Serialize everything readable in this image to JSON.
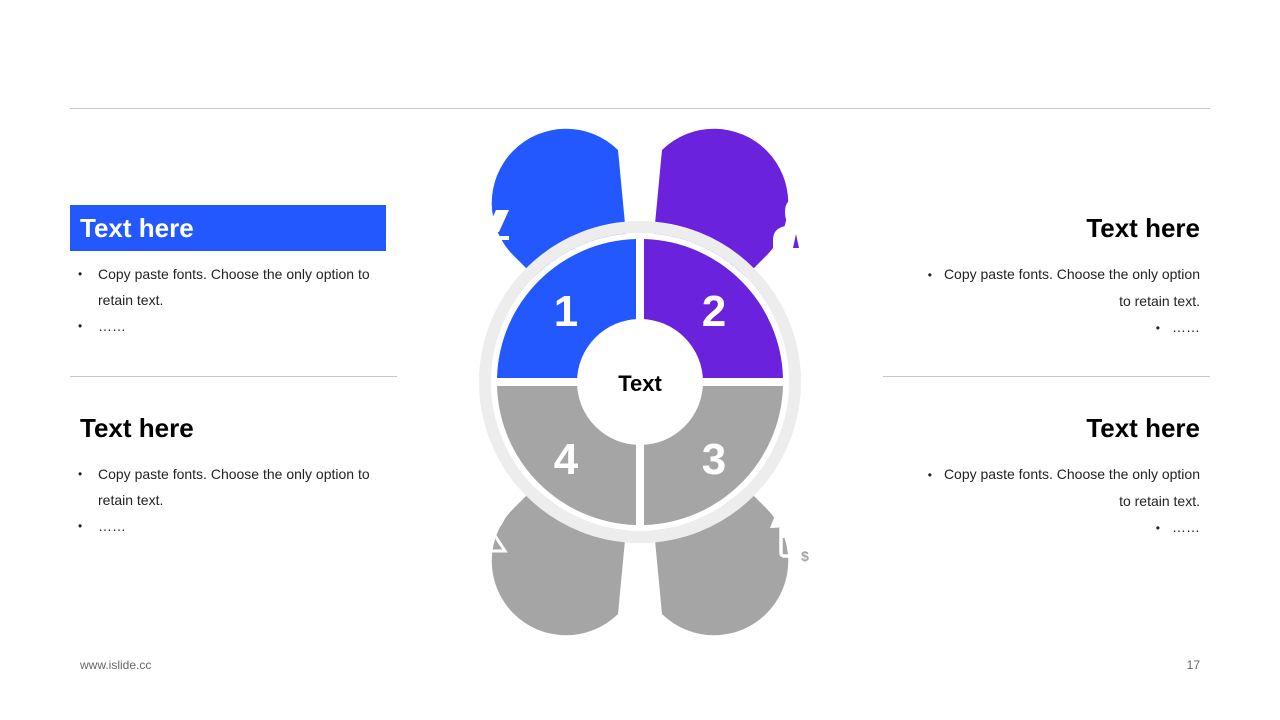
{
  "left_top": {
    "title": "Text here",
    "bullets": [
      "Copy paste fonts. Choose the only option to retain text.",
      "……"
    ]
  },
  "left_bottom": {
    "title": "Text here",
    "bullets": [
      "Copy paste fonts. Choose the only option to retain text.",
      "……"
    ]
  },
  "right_top": {
    "title": "Text here",
    "bullets": [
      "Copy paste fonts. Choose the only option to retain text.",
      "……"
    ]
  },
  "right_bottom": {
    "title": "Text here",
    "bullets": [
      "Copy paste fonts. Choose the only option to retain text.",
      "……"
    ]
  },
  "diagram": {
    "center": "Text",
    "segments": [
      {
        "number": "1",
        "icon": "person-laptop-icon",
        "color": "#2458ff"
      },
      {
        "number": "2",
        "icon": "businessman-dollar-icon",
        "color": "#6a22dc"
      },
      {
        "number": "3",
        "icon": "credit-card-dollar-icon",
        "color": "#a5a5a5"
      },
      {
        "number": "4",
        "icon": "feather-paper-icon",
        "color": "#a5a5a5"
      }
    ]
  },
  "footer": {
    "website": "www.islide.cc",
    "page": "17"
  }
}
